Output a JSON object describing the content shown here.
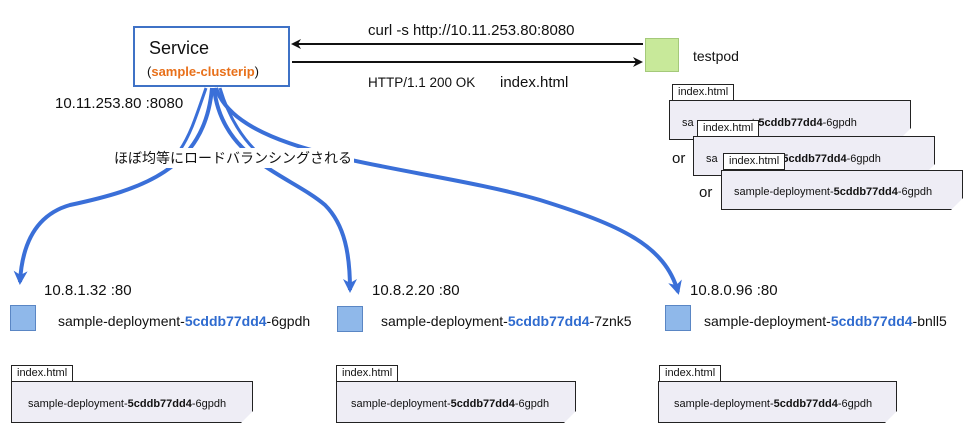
{
  "service": {
    "title": "Service",
    "subtitle_open": "(",
    "subtitle_name": "sample-clusterip",
    "subtitle_close": ")",
    "address": "10.11.253.80 :8080"
  },
  "request": {
    "command": "curl -s http://10.11.253.80:8080",
    "response_status": "HTTP/1.1 200 OK",
    "response_file": "index.html"
  },
  "testpod": {
    "label": "testpod",
    "colors": {
      "fill": "#c8e99a",
      "stroke": "#a4c97a"
    },
    "results": [
      {
        "tab": "index.html",
        "prefix": "sample-deployment-",
        "hash": "5cddb77dd4",
        "suffix": "-6gpdh",
        "visible_prefix": "sa"
      },
      {
        "tab": "index.html",
        "prefix": "sample-deployment-",
        "hash": "5cddb77dd4",
        "suffix": "-6gpdh",
        "visible_prefix": "sa"
      },
      {
        "tab": "index.html",
        "prefix": "sample-deployment-",
        "hash": "5cddb77dd4",
        "suffix": "-6gpdh"
      }
    ],
    "or_label": "or"
  },
  "load_balance_label": "ほぼ均等にロードバランシングされる",
  "pods": [
    {
      "address": "10.8.1.32 :80",
      "name_prefix": "sample-deployment-",
      "name_hash": "5cddb77dd4",
      "name_suffix": "-6gpdh",
      "doc": {
        "tab": "index.html",
        "prefix": "sample-deployment-",
        "hash": "5cddb77dd4",
        "suffix": "-6gpdh"
      }
    },
    {
      "address": "10.8.2.20 :80",
      "name_prefix": "sample-deployment-",
      "name_hash": "5cddb77dd4",
      "name_suffix": "-7znk5",
      "doc": {
        "tab": "index.html",
        "prefix": "sample-deployment-",
        "hash": "5cddb77dd4",
        "suffix": "-6gpdh"
      }
    },
    {
      "address": "10.8.0.96 :80",
      "name_prefix": "sample-deployment-",
      "name_hash": "5cddb77dd4",
      "name_suffix": "-bnll5",
      "doc": {
        "tab": "index.html",
        "prefix": "sample-deployment-",
        "hash": "5cddb77dd4",
        "suffix": "-6gpdh"
      }
    }
  ],
  "colors": {
    "arrow_blue": "#3a6fd8",
    "service_border": "#3f72c6",
    "service_name": "#e8701a",
    "hash_blue": "#2f6bcf",
    "pod_fill": "#8fb8ea",
    "doc_fill": "#eeedf5"
  }
}
